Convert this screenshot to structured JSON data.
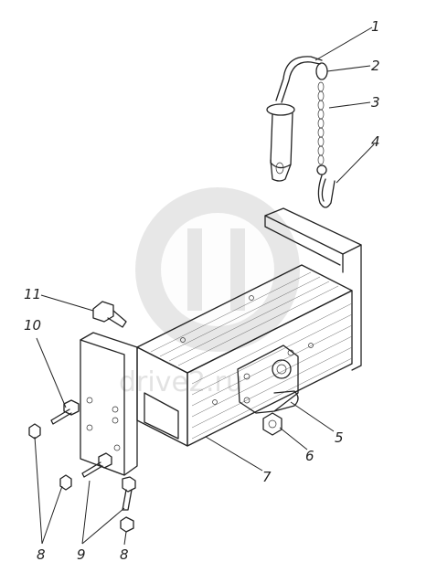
{
  "watermark": {
    "text": "drive2.ru"
  },
  "callouts": [
    {
      "id": "c1",
      "text": "1"
    },
    {
      "id": "c2",
      "text": "2"
    },
    {
      "id": "c3",
      "text": "3"
    },
    {
      "id": "c4",
      "text": "4"
    },
    {
      "id": "c5",
      "text": "5"
    },
    {
      "id": "c6",
      "text": "6"
    },
    {
      "id": "c7",
      "text": "7"
    },
    {
      "id": "c8a",
      "text": "8"
    },
    {
      "id": "c8b",
      "text": "8"
    },
    {
      "id": "c9",
      "text": "9"
    },
    {
      "id": "c10",
      "text": "10"
    },
    {
      "id": "c11",
      "text": "11"
    }
  ]
}
